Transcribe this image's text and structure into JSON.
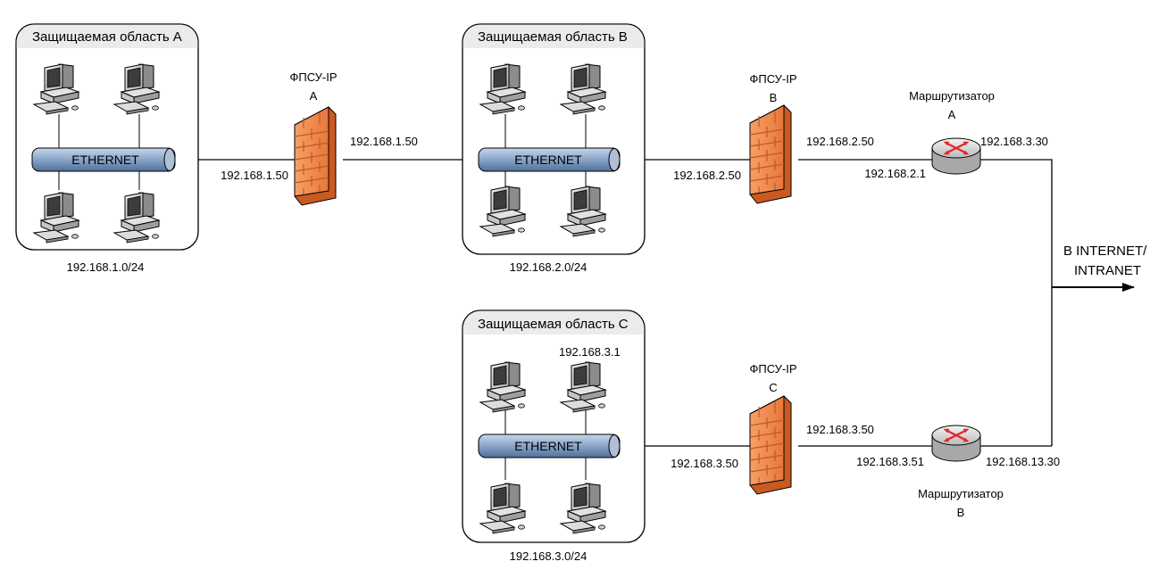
{
  "colors": {
    "ethernet_bar": "#8faacd",
    "firewall": "#f08a4b",
    "router_body": "#e6e6e6",
    "router_arrows": "#e3262a",
    "area_header": "#ebebeb"
  },
  "areas": [
    {
      "title": "Защищаемая область A",
      "subnet": "192.168.1.0/24",
      "bus_label": "ETHERNET"
    },
    {
      "title": "Защищаемая область B",
      "subnet": "192.168.2.0/24",
      "bus_label": "ETHERNET"
    },
    {
      "title": "Защищаемая область C",
      "subnet": "192.168.3.0/24",
      "bus_label": "ETHERNET",
      "host_ip": "192.168.3.1"
    }
  ],
  "firewalls": [
    {
      "name": "ФПСУ-IP",
      "letter": "A",
      "ip_in": "192.168.1.50",
      "ip_out": "192.168.1.50"
    },
    {
      "name": "ФПСУ-IP",
      "letter": "B",
      "ip_in": "192.168.2.50",
      "ip_out": "192.168.2.50"
    },
    {
      "name": "ФПСУ-IP",
      "letter": "C",
      "ip_in": "192.168.3.50",
      "ip_out": "192.168.3.50"
    }
  ],
  "routers": [
    {
      "name": "Маршрутизатор",
      "letter": "A",
      "ip_in": "192.168.2.1",
      "ip_out": "192.168.3.30"
    },
    {
      "name": "Маршрутизатор",
      "letter": "B",
      "ip_in": "192.168.3.51",
      "ip_out": "192.168.13.30"
    }
  ],
  "internet": {
    "line1": "В INTERNET/",
    "line2": "INTRANET"
  }
}
